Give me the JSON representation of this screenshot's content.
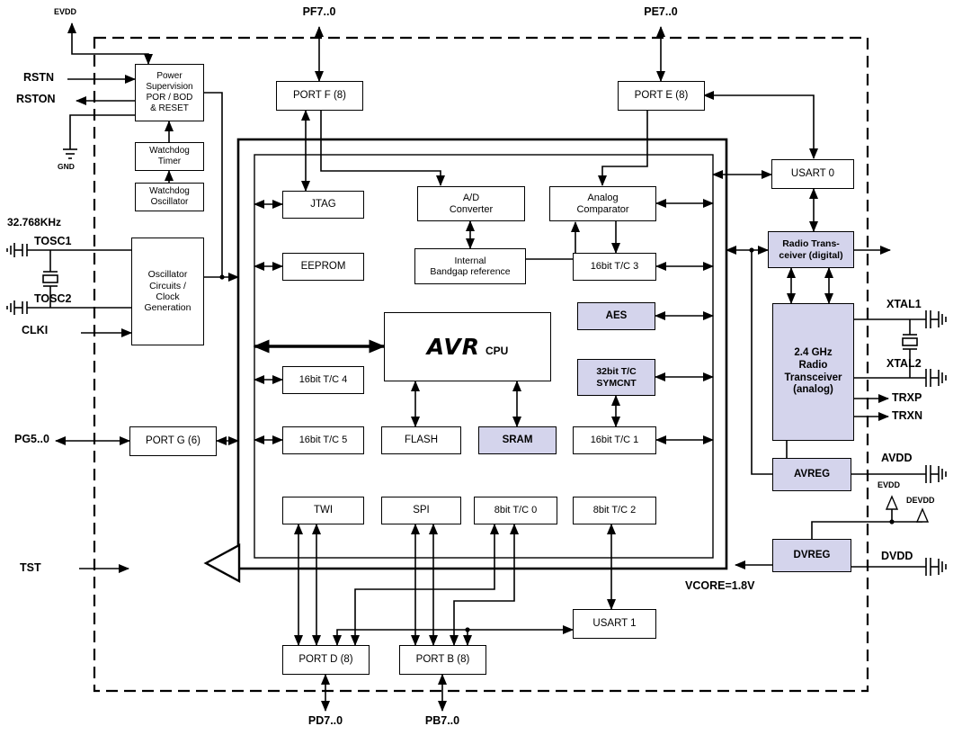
{
  "diagram": {
    "type": "block-diagram",
    "description": "AVR 8-bit microcontroller with integrated 2.4 GHz radio transceiver - system block diagram",
    "colors": {
      "shaded_block": "#d4d4ec",
      "block_bg": "#ffffff",
      "line": "#000000"
    },
    "blocks": {
      "power_supervision": "Power\nSupervision\nPOR / BOD\n& RESET",
      "watchdog_timer": "Watchdog\nTimer",
      "watchdog_oscillator": "Watchdog\nOscillator",
      "oscillator_circuits": "Oscillator\nCircuits /\nClock\nGeneration",
      "port_f": "PORT F (8)",
      "port_e": "PORT E (8)",
      "port_g": "PORT G (6)",
      "port_d": "PORT D (8)",
      "port_b": "PORT B (8)",
      "usart0": "USART 0",
      "usart1": "USART 1",
      "jtag": "JTAG",
      "ad_converter": "A/D\nConverter",
      "analog_comparator": "Analog\nComparator",
      "eeprom": "EEPROM",
      "bandgap": "Internal\nBandgap reference",
      "tc3": "16bit T/C 3",
      "tc4": "16bit T/C 4",
      "tc5": "16bit T/C 5",
      "tc1": "16bit T/C 1",
      "tc0": "8bit T/C 0",
      "tc2": "8bit T/C 2",
      "aes": "AES",
      "symcnt": "32bit T/C\nSYMCNT",
      "flash": "FLASH",
      "sram": "SRAM",
      "twi": "TWI",
      "spi": "SPI",
      "radio_digital": "Radio Trans-\nceiver (digital)",
      "radio_analog": "2.4 GHz\nRadio\nTransceiver\n(analog)",
      "avreg": "AVREG",
      "dvreg": "DVREG"
    },
    "cpu": {
      "brand": "AVR",
      "suffix": "CPU"
    },
    "pins": {
      "pf": "PF7..0",
      "pe": "PE7..0",
      "pd": "PD7..0",
      "pb": "PB7..0",
      "pg": "PG5..0",
      "evdd_top": "EVDD",
      "rstn": "RSTN",
      "rston": "RSTON",
      "gnd": "GND",
      "xtal_freq": "32.768KHz",
      "tosc1": "TOSC1",
      "tosc2": "TOSC2",
      "clki": "CLKI",
      "tst": "TST",
      "xtal1": "XTAL1",
      "xtal2": "XTAL2",
      "trxp": "TRXP",
      "trxn": "TRXN",
      "avdd": "AVDD",
      "evdd_right": "EVDD",
      "devdd": "DEVDD",
      "dvdd": "DVDD",
      "vcore": "VCORE=1.8V"
    }
  }
}
